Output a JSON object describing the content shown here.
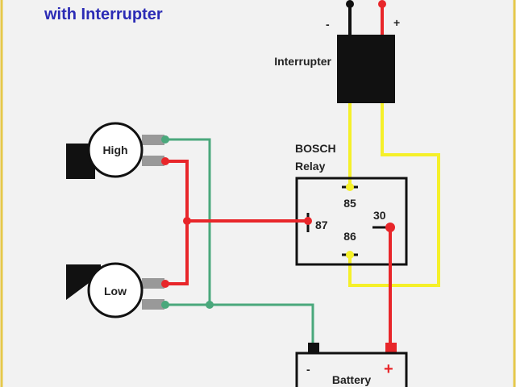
{
  "title": "with Interrupter",
  "interrupter": {
    "label": "Interrupter",
    "minus": "-",
    "plus": "+"
  },
  "relay": {
    "brand": "BOSCH",
    "name": "Relay",
    "pins": {
      "p85": "85",
      "p86": "86",
      "p87": "87",
      "p30": "30"
    }
  },
  "horns": {
    "high": "High",
    "low": "Low"
  },
  "battery": {
    "label": "Battery",
    "minus": "-",
    "plus": "+"
  },
  "colors": {
    "title": "#2b2bb5",
    "red": "#e8262a",
    "green": "#4aa87c",
    "yellow": "#f5f02a",
    "border": "#e6c84a"
  }
}
